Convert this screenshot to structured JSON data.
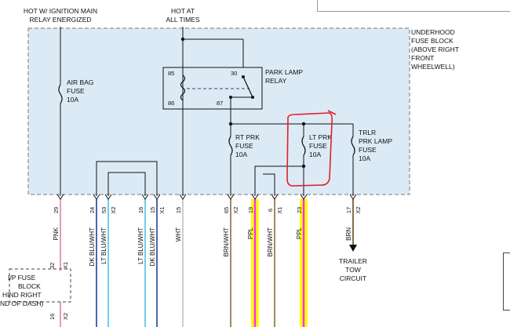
{
  "top_labels": {
    "hot_ignition_line1": "HOT W/ IGNITION MAIN",
    "hot_ignition_line2": "RELAY ENERGIZED",
    "hot_all_line1": "HOT AT",
    "hot_all_line2": "ALL TIMES"
  },
  "fuse_block": {
    "title": [
      "UNDERHOOD",
      "FUSE BLOCK",
      "(ABOVE RIGHT",
      "FRONT",
      "WHEELWELL)"
    ],
    "fill": "#dceaf6",
    "border": "#777777"
  },
  "relay": {
    "name": [
      "PARK LAMP",
      "RELAY"
    ],
    "pins": {
      "p85": "85",
      "p86": "86",
      "p30": "30",
      "p87": "87"
    }
  },
  "fuses": {
    "airbag": [
      "AIR BAG",
      "FUSE",
      "10A"
    ],
    "rt_prk": [
      "RT PRK",
      "FUSE",
      "10A"
    ],
    "lt_prk": [
      "LT PRK",
      "FUSE",
      "10A"
    ],
    "trlr": [
      "TRLR",
      "PRK LAMP",
      "FUSE",
      "10A"
    ]
  },
  "connectors": [
    {
      "pin": "29"
    },
    {
      "pin": "24"
    },
    {
      "pin": "53",
      "conn": "X2"
    },
    {
      "pin": "16"
    },
    {
      "pin": "15",
      "conn": "X1"
    },
    {
      "pin": "15"
    },
    {
      "pin": "65",
      "conn": "X2"
    },
    {
      "pin": "19"
    },
    {
      "pin": "6",
      "conn": "X1"
    },
    {
      "pin": "23"
    },
    {
      "pin": "17",
      "conn": "X2"
    }
  ],
  "wires": [
    {
      "label": "PNK",
      "color": "#e87fa6"
    },
    {
      "label": "DK BLU/WHT",
      "color": "#1f3fa0"
    },
    {
      "label": "LT BLU/WHT",
      "color": "#49c4e0"
    },
    {
      "label": "LT BLU/WHT",
      "color": "#49c4e0"
    },
    {
      "label": "DK BLU/WHT",
      "color": "#1f3fa0"
    },
    {
      "label": "WHT",
      "color": "#c0c0c0"
    },
    {
      "label": "BRN/WHT",
      "color": "#8c6a3e"
    },
    {
      "label": "PPL",
      "color": "#ff2cff"
    },
    {
      "label": "BRN/WHT",
      "color": "#8c6a3e"
    },
    {
      "label": "PPL",
      "color": "#ff2cff"
    },
    {
      "label": "BRN",
      "color": "#6b4a1e"
    }
  ],
  "ip_fuse_block": {
    "lines": [
      "I/P FUSE",
      "BLOCK",
      "HIND RIGHT",
      "ND OF DASH)"
    ],
    "pin_top": "32",
    "conn_top": "X1",
    "pin_bottom": "16",
    "conn_bottom": "X2"
  },
  "trailer": [
    "TRAILER",
    "TOW",
    "CIRCUIT"
  ],
  "colors": {
    "highlight": "#ffff00",
    "markup": "#e0202a",
    "line": "#111111"
  }
}
